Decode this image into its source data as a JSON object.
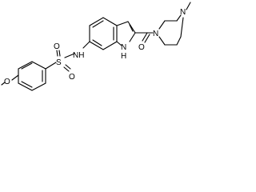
{
  "structure": {
    "labels": {
      "methoxy_o": "O",
      "s_o_top": "O",
      "sulfur": "S",
      "s_o_bottom": "O",
      "amide_nh": "NH",
      "nh": "N",
      "nh_h": "H",
      "carbonyl_o": "O",
      "pip_n1": "N",
      "pip_n4": "N"
    }
  }
}
